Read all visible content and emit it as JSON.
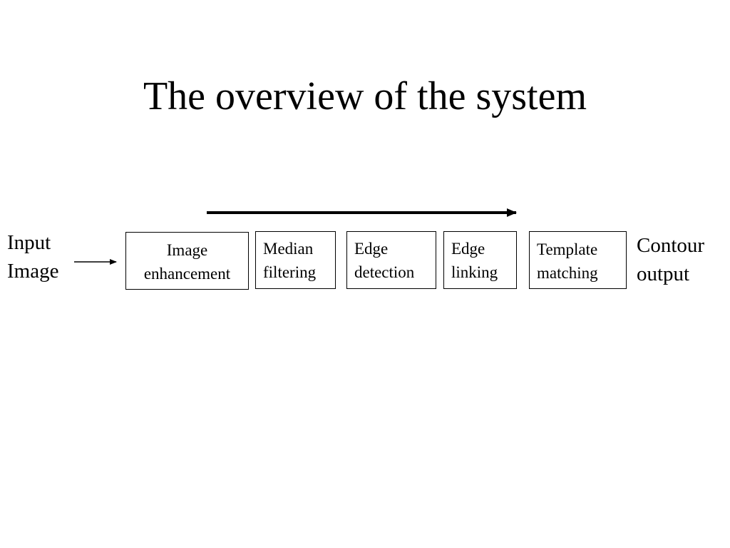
{
  "title": "The overview of the system",
  "input_label": [
    "Input",
    "Image"
  ],
  "output_label": [
    "Contour",
    "output"
  ],
  "stages": [
    {
      "lines": [
        "Image",
        "enhancement"
      ]
    },
    {
      "lines": [
        "Median",
        "filtering"
      ]
    },
    {
      "lines": [
        "Edge",
        "detection"
      ]
    },
    {
      "lines": [
        "Edge",
        "linking"
      ]
    },
    {
      "lines": [
        "Template",
        "matching"
      ]
    }
  ],
  "colors": {
    "text": "#000000",
    "lines": "#000000",
    "background": "#ffffff"
  },
  "icons": [
    "input-arrow-icon",
    "flow-direction-arrow-icon"
  ]
}
